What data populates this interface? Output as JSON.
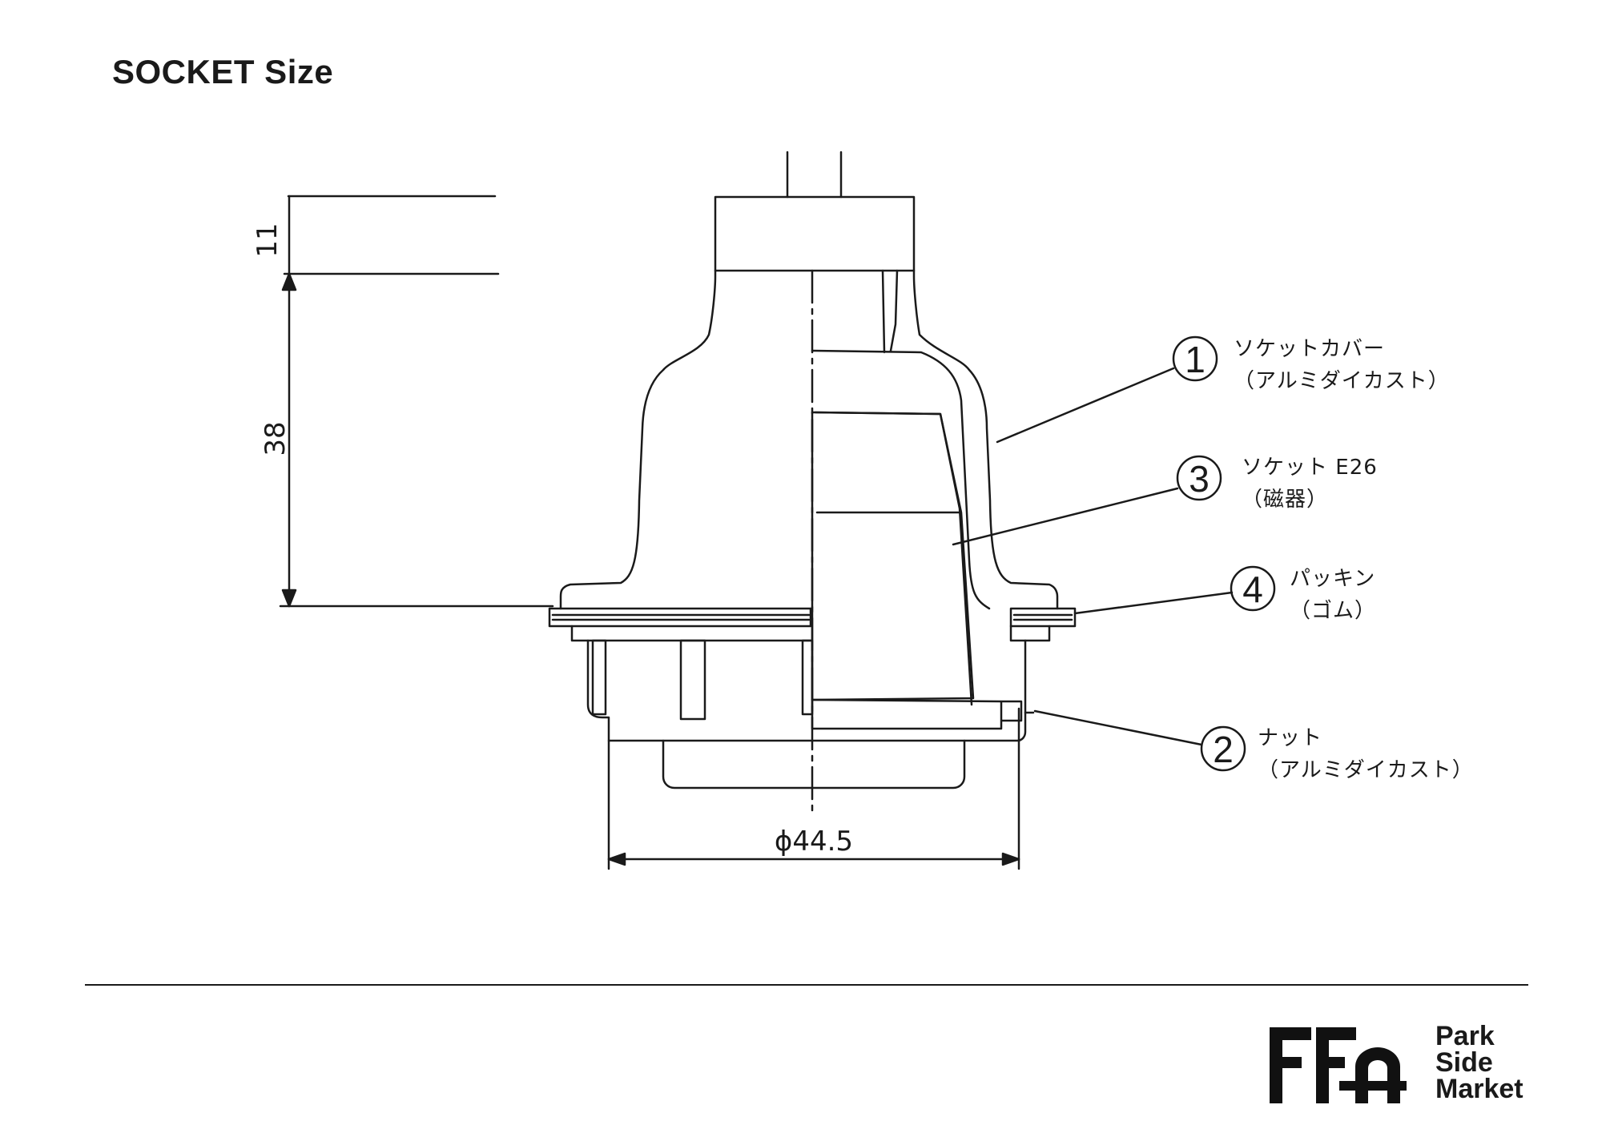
{
  "title": "SOCKET Size",
  "dimensions": {
    "top_height": "11",
    "body_height": "38",
    "diameter": "ϕ44.5"
  },
  "callouts": [
    {
      "number": "1",
      "name": "ソケットカバー",
      "material": "（アルミダイカスト）"
    },
    {
      "number": "3",
      "name": "ソケット E26",
      "material": "（磁器）"
    },
    {
      "number": "4",
      "name": "パッキン",
      "material": "（ゴム）"
    },
    {
      "number": "2",
      "name": "ナット",
      "material": "（アルミダイカスト）"
    }
  ],
  "brand": {
    "logo_icon": "park-side-market-logo",
    "line1": "Park",
    "line2": "Side",
    "line3": "Market"
  }
}
